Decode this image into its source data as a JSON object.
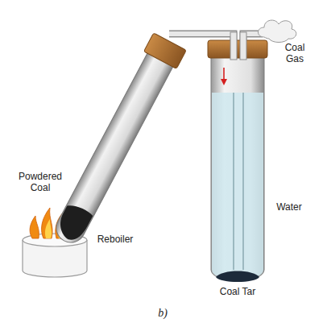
{
  "diagram": {
    "caption": "b)",
    "labels": [
      "Powdered Coal",
      "Reboiler",
      "Coal Gas",
      "Water",
      "Coal Tar"
    ]
  }
}
